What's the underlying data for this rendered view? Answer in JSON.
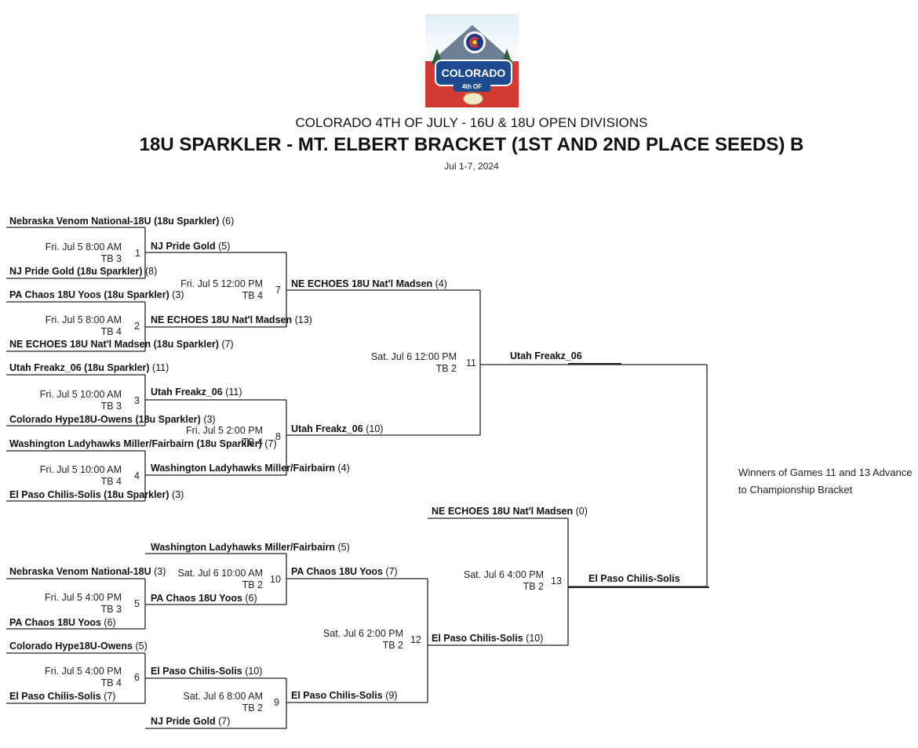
{
  "header": {
    "logo": {
      "title": "COLORADO",
      "subtitle": "4th OF JULY"
    },
    "event": "COLORADO 4TH OF JULY - 16U & 18U OPEN DIVISIONS",
    "bracket": "18U SPARKLER - MT. ELBERT BRACKET (1ST AND 2ND PLACE SEEDS) B",
    "dates": "Jul 1-7, 2024"
  },
  "teams": [
    {
      "name": "Nebraska Venom National-18U (18u Sparkler)",
      "score": "(6)"
    },
    {
      "name": "NJ Pride Gold (18u Sparkler)",
      "score": "(8)"
    },
    {
      "name": "PA Chaos 18U Yoos (18u Sparkler)",
      "score": "(3)"
    },
    {
      "name": "NE ECHOES 18U Nat'l Madsen (18u Sparkler)",
      "score": "(7)"
    },
    {
      "name": "Utah Freakz_06 (18u Sparkler)",
      "score": "(11)"
    },
    {
      "name": "Colorado Hype18U-Owens (18u Sparkler)",
      "score": "(3)"
    },
    {
      "name": "Washington Ladyhawks Miller/Fairbairn (18u Sparkler)",
      "score": "(7)"
    },
    {
      "name": "El Paso Chilis-Solis (18u Sparkler)",
      "score": "(3)"
    },
    {
      "name": "NJ Pride Gold",
      "score": "(5)"
    },
    {
      "name": "NE ECHOES 18U Nat'l Madsen",
      "score": "(13)"
    },
    {
      "name": "Utah Freakz_06",
      "score": "(11)"
    },
    {
      "name": "Washington Ladyhawks Miller/Fairbairn",
      "score": "(4)"
    },
    {
      "name": "NE ECHOES 18U Nat'l Madsen",
      "score": "(4)"
    },
    {
      "name": "Utah Freakz_06",
      "score": "(10)"
    },
    {
      "name": "Utah Freakz_06",
      "score": ""
    },
    {
      "name": "NE ECHOES 18U Nat'l Madsen",
      "score": "(0)"
    },
    {
      "name": "Washington Ladyhawks Miller/Fairbairn",
      "score": "(5)"
    },
    {
      "name": "Nebraska Venom National-18U",
      "score": "(3)"
    },
    {
      "name": "PA Chaos 18U Yoos",
      "score": "(6)"
    },
    {
      "name": "PA Chaos 18U Yoos",
      "score": "(7)"
    },
    {
      "name": "Colorado Hype18U-Owens",
      "score": "(5)"
    },
    {
      "name": "El Paso Chilis-Solis",
      "score": "(7)"
    },
    {
      "name": "El Paso Chilis-Solis",
      "score": "(10)"
    },
    {
      "name": "NJ Pride Gold",
      "score": "(7)"
    },
    {
      "name": "El Paso Chilis-Solis",
      "score": "(9)"
    },
    {
      "name": "El Paso Chilis-Solis",
      "score": "(10)"
    },
    {
      "name": "El Paso Chilis-Solis",
      "score": ""
    }
  ],
  "games": [
    {
      "num": "1",
      "date": "Fri. Jul 5 8:00 AM",
      "field": "TB 3"
    },
    {
      "num": "2",
      "date": "Fri. Jul 5 8:00 AM",
      "field": "TB 4"
    },
    {
      "num": "3",
      "date": "Fri. Jul 5 10:00 AM",
      "field": "TB 3"
    },
    {
      "num": "4",
      "date": "Fri. Jul 5 10:00 AM",
      "field": "TB 4"
    },
    {
      "num": "7",
      "date": "Fri. Jul 5 12:00 PM",
      "field": "TB 4"
    },
    {
      "num": "8",
      "date": "Fri. Jul 5 2:00 PM",
      "field": "TB 4"
    },
    {
      "num": "11",
      "date": "Sat. Jul 6 12:00 PM",
      "field": "TB 2"
    },
    {
      "num": "5",
      "date": "Fri. Jul 5 4:00 PM",
      "field": "TB 3"
    },
    {
      "num": "10",
      "date": "Sat. Jul 6 10:00 AM",
      "field": "TB 2"
    },
    {
      "num": "6",
      "date": "Fri. Jul 5 4:00 PM",
      "field": "TB 4"
    },
    {
      "num": "9",
      "date": "Sat. Jul 6 8:00 AM",
      "field": "TB 2"
    },
    {
      "num": "12",
      "date": "Sat. Jul 6 2:00 PM",
      "field": "TB 2"
    },
    {
      "num": "13",
      "date": "Sat. Jul 6 4:00 PM",
      "field": "TB 2"
    }
  ],
  "note": {
    "line1": "Winners of Games 11 and 13 Advance",
    "line2": "to Championship Bracket"
  },
  "colors": {
    "line": "#222222",
    "logo_bg": "#d23a33",
    "logo_banner": "#1e4b8f"
  }
}
